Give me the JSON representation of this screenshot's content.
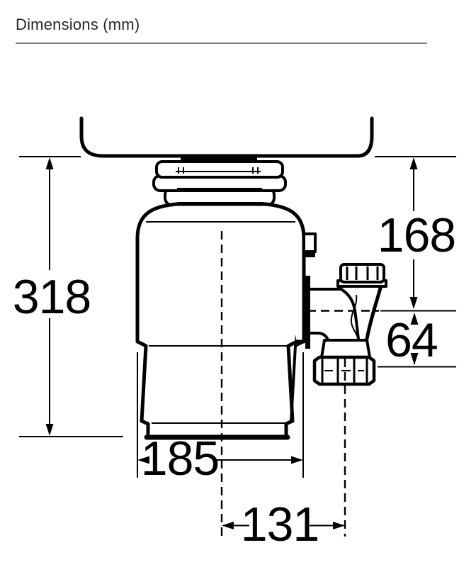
{
  "header": {
    "title": "Dimensions (mm)",
    "unit": "mm"
  },
  "dims": {
    "overall_height_mm": "318",
    "sink_to_outlet_center_mm": "168",
    "outlet_center_to_trap_mm": "64",
    "body_width_mm": "185",
    "center_to_outlet_offset_mm": "131"
  },
  "colors": {
    "line": "#000000",
    "rule": "#7f7f7f",
    "title_text": "#262626",
    "background": "#ffffff"
  }
}
